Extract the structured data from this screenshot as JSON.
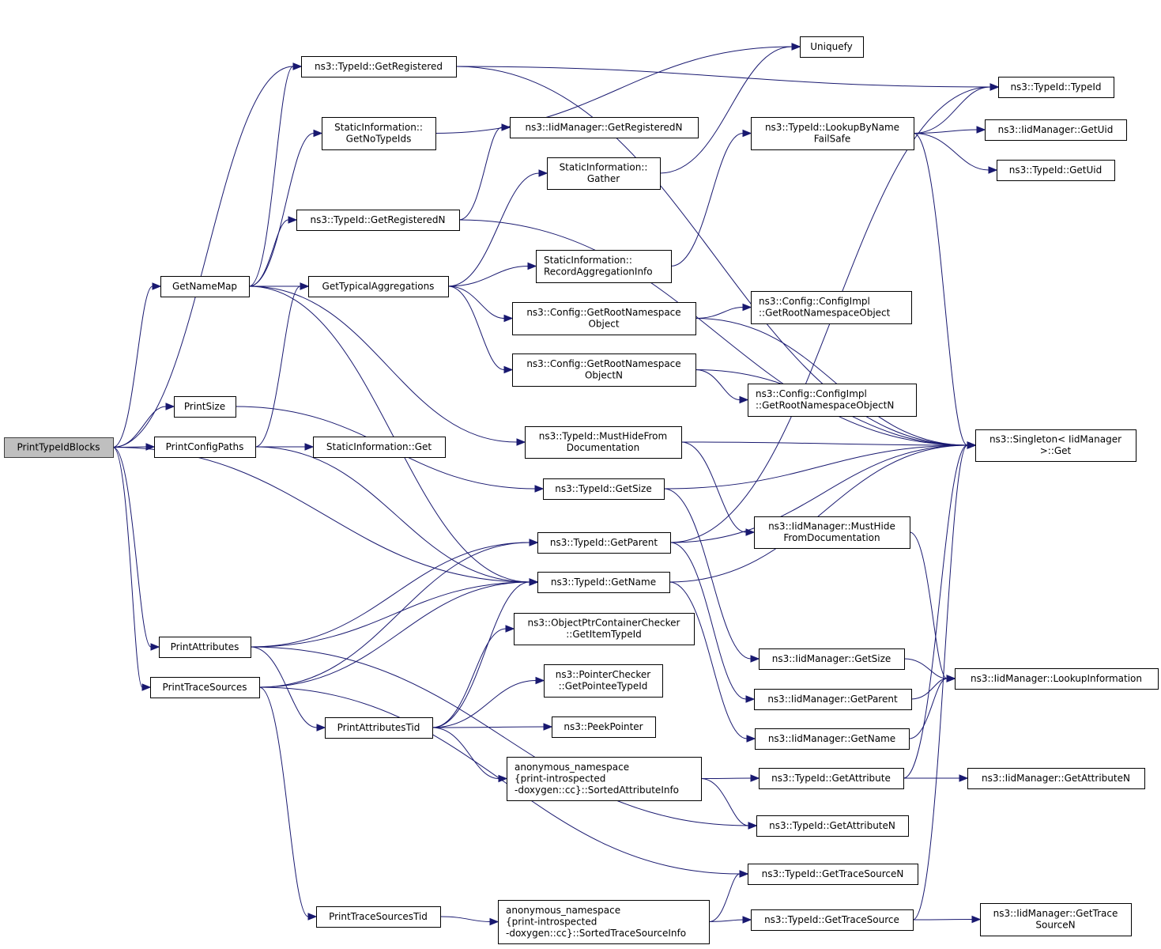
{
  "diagram": {
    "title": "PrintTypeIdBlocks call graph",
    "edge_color": "#191970",
    "root_fill": "#bfbfbf",
    "nodes": [
      {
        "id": "PrintTypeIdBlocks",
        "lines": [
          "PrintTypeIdBlocks"
        ],
        "root": true
      },
      {
        "id": "GetRegistered",
        "lines": [
          "ns3::TypeId::GetRegistered"
        ]
      },
      {
        "id": "GetNoTypeIds",
        "lines": [
          "StaticInformation::",
          "GetNoTypeIds"
        ]
      },
      {
        "id": "GetRegisteredN",
        "lines": [
          "ns3::TypeId::GetRegisteredN"
        ]
      },
      {
        "id": "GetNameMap",
        "lines": [
          "GetNameMap"
        ]
      },
      {
        "id": "GetTypicalAggregations",
        "lines": [
          "GetTypicalAggregations"
        ]
      },
      {
        "id": "PrintSize",
        "lines": [
          "PrintSize"
        ]
      },
      {
        "id": "PrintConfigPaths",
        "lines": [
          "PrintConfigPaths"
        ]
      },
      {
        "id": "SIGet",
        "lines": [
          "StaticInformation::Get"
        ]
      },
      {
        "id": "PrintAttributes",
        "lines": [
          "PrintAttributes"
        ]
      },
      {
        "id": "PrintTraceSources",
        "lines": [
          "PrintTraceSources"
        ]
      },
      {
        "id": "PrintAttributesTid",
        "lines": [
          "PrintAttributesTid"
        ]
      },
      {
        "id": "PrintTraceSourcesTid",
        "lines": [
          "PrintTraceSourcesTid"
        ]
      },
      {
        "id": "IidGetRegisteredN",
        "lines": [
          "ns3::IidManager::GetRegisteredN"
        ]
      },
      {
        "id": "SIGather",
        "lines": [
          "StaticInformation::",
          "Gather"
        ]
      },
      {
        "id": "SIRecordAgg",
        "lines": [
          "StaticInformation::",
          "RecordAggregationInfo"
        ],
        "align": "left"
      },
      {
        "id": "CfgGetRootNsObj",
        "lines": [
          "ns3::Config::GetRootNamespace",
          "Object"
        ]
      },
      {
        "id": "CfgGetRootNsObjN",
        "lines": [
          "ns3::Config::GetRootNamespace",
          "ObjectN"
        ]
      },
      {
        "id": "TidMustHide",
        "lines": [
          "ns3::TypeId::MustHideFrom",
          "Documentation"
        ]
      },
      {
        "id": "TidGetSize",
        "lines": [
          "ns3::TypeId::GetSize"
        ]
      },
      {
        "id": "TidGetParent",
        "lines": [
          "ns3::TypeId::GetParent"
        ]
      },
      {
        "id": "TidGetName",
        "lines": [
          "ns3::TypeId::GetName"
        ]
      },
      {
        "id": "OPCCGetItem",
        "lines": [
          "ns3::ObjectPtrContainerChecker",
          "::GetItemTypeId"
        ]
      },
      {
        "id": "PCGetPointee",
        "lines": [
          "ns3::PointerChecker",
          "::GetPointeeTypeId"
        ]
      },
      {
        "id": "PeekPointer",
        "lines": [
          "ns3::PeekPointer"
        ]
      },
      {
        "id": "SortedAttr",
        "lines": [
          "anonymous_namespace",
          "{print-introspected",
          "-doxygen::cc}::SortedAttributeInfo"
        ],
        "align": "left"
      },
      {
        "id": "SortedTrace",
        "lines": [
          "anonymous_namespace",
          "{print-introspected",
          "-doxygen::cc}::SortedTraceSourceInfo"
        ],
        "align": "left"
      },
      {
        "id": "Uniquefy",
        "lines": [
          "Uniquefy"
        ]
      },
      {
        "id": "LookupByName",
        "lines": [
          "ns3::TypeId::LookupByName",
          "FailSafe"
        ]
      },
      {
        "id": "CfgImplObj",
        "lines": [
          "ns3::Config::ConfigImpl",
          "::GetRootNamespaceObject"
        ],
        "align": "left"
      },
      {
        "id": "CfgImplObjN",
        "lines": [
          "ns3::Config::ConfigImpl",
          "::GetRootNamespaceObjectN"
        ],
        "align": "left"
      },
      {
        "id": "IidMustHide",
        "lines": [
          "ns3::IidManager::MustHide",
          "FromDocumentation"
        ]
      },
      {
        "id": "IidGetSize",
        "lines": [
          "ns3::IidManager::GetSize"
        ]
      },
      {
        "id": "IidGetParent",
        "lines": [
          "ns3::IidManager::GetParent"
        ]
      },
      {
        "id": "IidGetName",
        "lines": [
          "ns3::IidManager::GetName"
        ]
      },
      {
        "id": "TidGetAttribute",
        "lines": [
          "ns3::TypeId::GetAttribute"
        ]
      },
      {
        "id": "TidGetAttributeN",
        "lines": [
          "ns3::TypeId::GetAttributeN"
        ]
      },
      {
        "id": "TidGetTraceSourceN",
        "lines": [
          "ns3::TypeId::GetTraceSourceN"
        ]
      },
      {
        "id": "TidGetTraceSource",
        "lines": [
          "ns3::TypeId::GetTraceSource"
        ]
      },
      {
        "id": "TidTypeId",
        "lines": [
          "ns3::TypeId::TypeId"
        ]
      },
      {
        "id": "IidGetUid",
        "lines": [
          "ns3::IidManager::GetUid"
        ]
      },
      {
        "id": "TidGetUid",
        "lines": [
          "ns3::TypeId::GetUid"
        ]
      },
      {
        "id": "SingletonGet",
        "lines": [
          "ns3::Singleton< IidManager",
          ">::Get"
        ]
      },
      {
        "id": "IidLookupInfo",
        "lines": [
          "ns3::IidManager::LookupInformation"
        ]
      },
      {
        "id": "IidGetAttributeN",
        "lines": [
          "ns3::IidManager::GetAttributeN"
        ]
      },
      {
        "id": "IidGetTraceSourceN",
        "lines": [
          "ns3::IidManager::GetTrace",
          "SourceN"
        ]
      }
    ],
    "edges": [
      [
        "PrintTypeIdBlocks",
        "GetRegistered"
      ],
      [
        "PrintTypeIdBlocks",
        "GetNameMap"
      ],
      [
        "PrintTypeIdBlocks",
        "PrintSize"
      ],
      [
        "PrintTypeIdBlocks",
        "PrintConfigPaths"
      ],
      [
        "PrintTypeIdBlocks",
        "TidGetName"
      ],
      [
        "PrintTypeIdBlocks",
        "PrintAttributes"
      ],
      [
        "PrintTypeIdBlocks",
        "PrintTraceSources"
      ],
      [
        "GetNameMap",
        "GetRegistered"
      ],
      [
        "GetNameMap",
        "GetNoTypeIds"
      ],
      [
        "GetNameMap",
        "GetRegisteredN"
      ],
      [
        "GetNameMap",
        "GetTypicalAggregations"
      ],
      [
        "GetNameMap",
        "TidMustHide"
      ],
      [
        "GetNameMap",
        "TidGetName"
      ],
      [
        "GetRegistered",
        "TidTypeId"
      ],
      [
        "GetRegistered",
        "SingletonGet"
      ],
      [
        "GetNoTypeIds",
        "Uniquefy"
      ],
      [
        "GetRegisteredN",
        "IidGetRegisteredN"
      ],
      [
        "GetRegisteredN",
        "SingletonGet"
      ],
      [
        "GetTypicalAggregations",
        "SIGather"
      ],
      [
        "GetTypicalAggregations",
        "SIRecordAgg"
      ],
      [
        "GetTypicalAggregations",
        "CfgGetRootNsObj"
      ],
      [
        "GetTypicalAggregations",
        "CfgGetRootNsObjN"
      ],
      [
        "SIGather",
        "Uniquefy"
      ],
      [
        "SIRecordAgg",
        "LookupByName"
      ],
      [
        "CfgGetRootNsObj",
        "CfgImplObj"
      ],
      [
        "CfgGetRootNsObj",
        "SingletonGet"
      ],
      [
        "CfgGetRootNsObjN",
        "CfgImplObjN"
      ],
      [
        "CfgGetRootNsObjN",
        "SingletonGet"
      ],
      [
        "PrintSize",
        "TidGetSize"
      ],
      [
        "PrintConfigPaths",
        "SIGet"
      ],
      [
        "PrintConfigPaths",
        "GetTypicalAggregations"
      ],
      [
        "PrintConfigPaths",
        "TidGetName"
      ],
      [
        "TidMustHide",
        "SingletonGet"
      ],
      [
        "TidMustHide",
        "IidMustHide"
      ],
      [
        "TidGetSize",
        "SingletonGet"
      ],
      [
        "TidGetSize",
        "IidGetSize"
      ],
      [
        "TidGetParent",
        "TidTypeId"
      ],
      [
        "TidGetParent",
        "SingletonGet"
      ],
      [
        "TidGetParent",
        "IidGetParent"
      ],
      [
        "TidGetName",
        "SingletonGet"
      ],
      [
        "TidGetName",
        "IidGetName"
      ],
      [
        "LookupByName",
        "TidTypeId"
      ],
      [
        "LookupByName",
        "IidGetUid"
      ],
      [
        "LookupByName",
        "TidGetUid"
      ],
      [
        "LookupByName",
        "SingletonGet"
      ],
      [
        "IidMustHide",
        "IidLookupInfo"
      ],
      [
        "IidGetSize",
        "IidLookupInfo"
      ],
      [
        "IidGetParent",
        "IidLookupInfo"
      ],
      [
        "IidGetName",
        "IidLookupInfo"
      ],
      [
        "PrintAttributes",
        "TidGetParent"
      ],
      [
        "PrintAttributes",
        "TidGetName"
      ],
      [
        "PrintAttributes",
        "PrintAttributesTid"
      ],
      [
        "PrintAttributes",
        "TidGetAttributeN"
      ],
      [
        "PrintTraceSources",
        "TidGetParent"
      ],
      [
        "PrintTraceSources",
        "TidGetName"
      ],
      [
        "PrintTraceSources",
        "TidGetTraceSourceN"
      ],
      [
        "PrintTraceSources",
        "PrintTraceSourcesTid"
      ],
      [
        "PrintAttributesTid",
        "TidGetName"
      ],
      [
        "PrintAttributesTid",
        "OPCCGetItem"
      ],
      [
        "PrintAttributesTid",
        "PCGetPointee"
      ],
      [
        "PrintAttributesTid",
        "PeekPointer"
      ],
      [
        "PrintAttributesTid",
        "SortedAttr"
      ],
      [
        "SortedAttr",
        "TidGetAttribute"
      ],
      [
        "SortedAttr",
        "TidGetAttributeN"
      ],
      [
        "TidGetAttribute",
        "SingletonGet"
      ],
      [
        "TidGetAttribute",
        "IidGetAttributeN"
      ],
      [
        "PrintTraceSourcesTid",
        "SortedTrace"
      ],
      [
        "SortedTrace",
        "TidGetTraceSourceN"
      ],
      [
        "SortedTrace",
        "TidGetTraceSource"
      ],
      [
        "TidGetTraceSource",
        "SingletonGet"
      ],
      [
        "TidGetTraceSource",
        "IidGetTraceSourceN"
      ]
    ]
  }
}
